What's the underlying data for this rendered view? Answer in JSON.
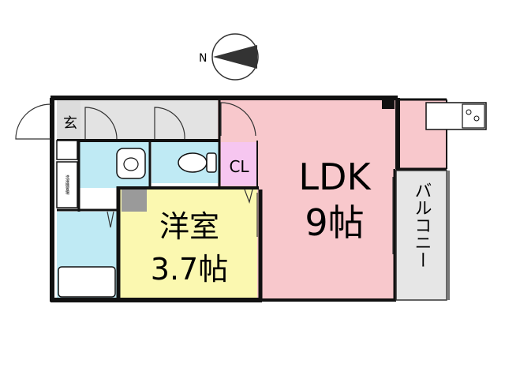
{
  "compass": {
    "north_label": "N"
  },
  "rooms": {
    "ldk": {
      "name": "LDK",
      "size": "9帖",
      "color": "#f8c8cc"
    },
    "western": {
      "name": "洋室",
      "size": "3.7帖",
      "color": "#fbf8b0"
    },
    "closet": {
      "name": "CL",
      "color": "#f6c6f0"
    },
    "entrance": {
      "name": "玄"
    },
    "balcony": {
      "name": "バルコニー"
    },
    "washer": {
      "name": "洗濯機置場"
    }
  },
  "colors": {
    "wet_area": "#bfeaf4",
    "corridor": "#e3e3e3",
    "balcony": "#e6e6e6",
    "wall": "#111111"
  }
}
